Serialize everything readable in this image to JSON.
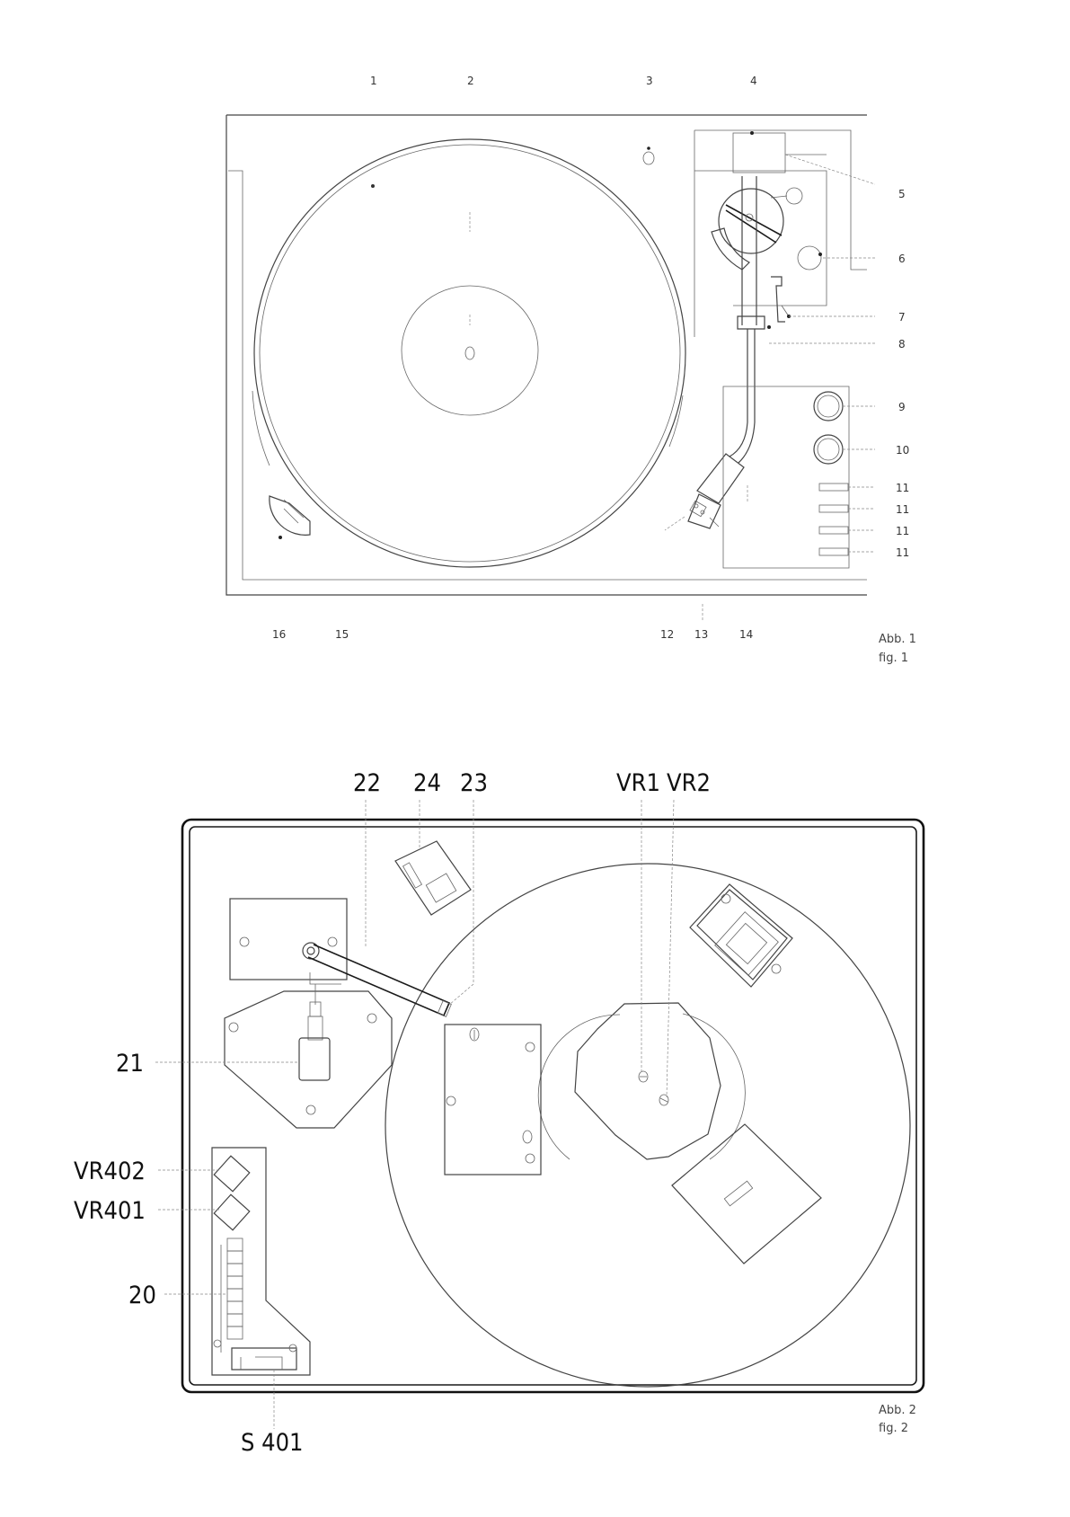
{
  "figure1": {
    "callouts": {
      "c1": "1",
      "c2": "2",
      "c3": "3",
      "c4": "4",
      "c5": "5",
      "c6": "6",
      "c7": "7",
      "c8": "8",
      "c9": "9",
      "c10": "10",
      "c11a": "11",
      "c11b": "11",
      "c11c": "11",
      "c11d": "11",
      "c12": "12",
      "c13": "13",
      "c14": "14",
      "c15": "15",
      "c16": "16"
    },
    "caption": {
      "de": "Abb. 1",
      "en": "fig. 1"
    }
  },
  "figure2": {
    "callouts": {
      "c22": "22",
      "c24": "24",
      "c23": "23",
      "vr1": "VR1",
      "vr2": "VR2",
      "c21": "21",
      "vr402": "VR402",
      "vr401": "VR401",
      "c20": "20",
      "s401": "S 401"
    },
    "caption": {
      "de": "Abb. 2",
      "en": "fig. 2"
    }
  }
}
